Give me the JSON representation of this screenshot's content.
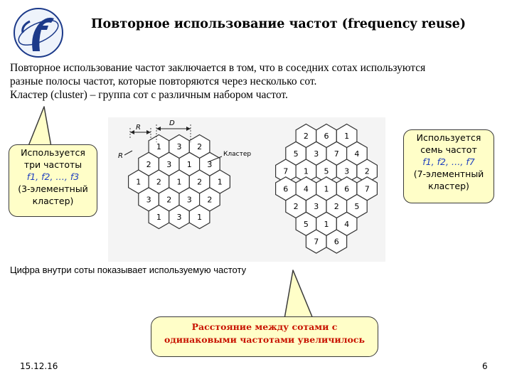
{
  "slide": {
    "title": "Повторное использование частот (frequency reuse)",
    "intro_lines": [
      "Повторное использование частот заключается в том, что в соседних сотах используются",
      "разные полосы частот, которые повторяются через несколько сот.",
      "Кластер (cluster) – группа сот с различным набором частот."
    ],
    "caption": "Цифра внутри соты показывает используемую частоту",
    "date": "15.12.16",
    "page": "6"
  },
  "left_callout": {
    "line1": "Используется",
    "line2": "три частоты",
    "freqs": "f1, f2, …, f3",
    "line4": "(3-элементный",
    "line5": "кластер)"
  },
  "right_callout": {
    "line1": "Используется",
    "line2": "семь частот",
    "freqs": "f1, f2, …, f7",
    "line4": "(7-элементный",
    "line5": "кластер)"
  },
  "bottom_callout": {
    "line1": "Расстояние между сотами с",
    "line2": "одинаковыми частотами увеличилось"
  },
  "diagram": {
    "label_r": "R",
    "label_d": "D",
    "label_cluster": "Кластер",
    "grid3": [
      [
        "1",
        "3",
        "2"
      ],
      [
        "2",
        "3",
        "1",
        "3"
      ],
      [
        "1",
        "2",
        "1",
        "2",
        "1"
      ],
      [
        "3",
        "2",
        "3",
        "2"
      ],
      [
        "1",
        "3",
        "1"
      ]
    ],
    "grid7": [
      [
        "2",
        "6",
        "1"
      ],
      [
        "5",
        "3",
        "7",
        "4"
      ],
      [
        "7",
        "1",
        "5",
        "3",
        "2"
      ],
      [
        "6",
        "4",
        "1",
        "6",
        "7"
      ],
      [
        "2",
        "3",
        "2",
        "5"
      ],
      [
        "5",
        "1",
        "4"
      ],
      [
        "7",
        "6"
      ]
    ]
  },
  "colors": {
    "callout_fill": "#fffec8",
    "freq_text": "#1e3fbf",
    "emphasis_text": "#c81400",
    "cell_fill": "#ffffff",
    "cell_stroke": "#333333"
  }
}
